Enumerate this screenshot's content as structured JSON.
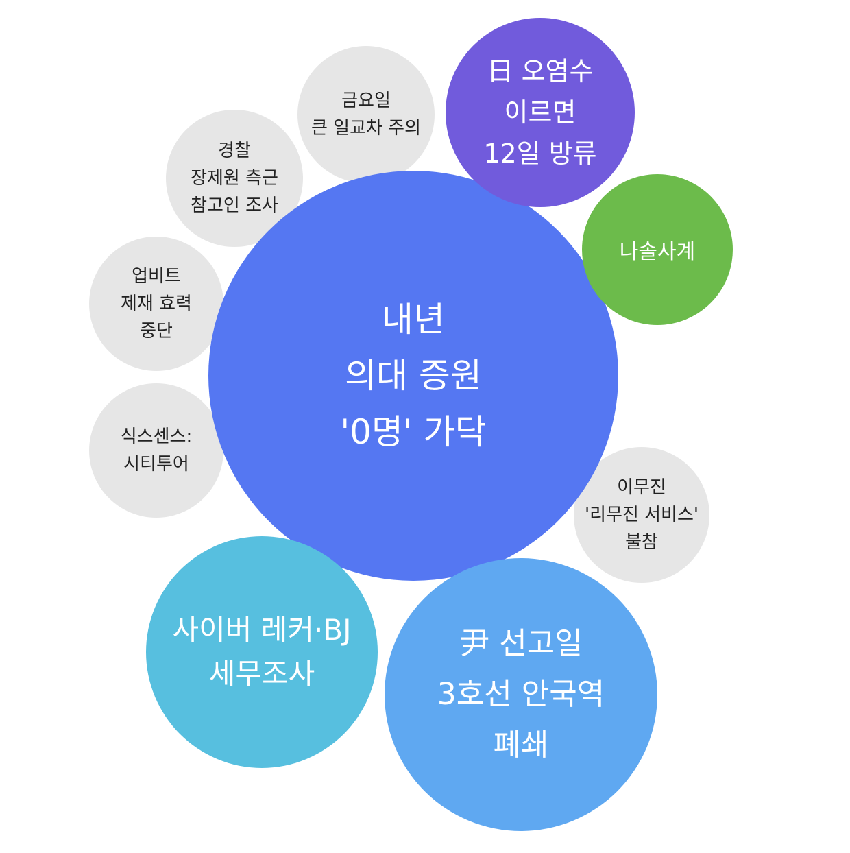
{
  "colors": {
    "main": "#5577f2",
    "purple": "#715bdc",
    "green": "#6cbb4b",
    "cyan": "#57bfdf",
    "blue": "#5fa8f1",
    "grey": "#e6e6e6"
  },
  "bubbles": {
    "main": {
      "lines": [
        "내년",
        "의대 증원",
        "'0명' 가닥"
      ]
    },
    "purple": {
      "lines": [
        "日 오염수",
        "이르면",
        "12일 방류"
      ]
    },
    "green": {
      "lines": [
        "나솔사계"
      ]
    },
    "cyan": {
      "lines": [
        "사이버 레커·BJ",
        "세무조사"
      ]
    },
    "blue": {
      "lines": [
        "尹 선고일",
        "3호선 안국역",
        "폐쇄"
      ]
    },
    "friday": {
      "lines": [
        "금요일",
        "큰 일교차 주의"
      ]
    },
    "police": {
      "lines": [
        "경찰",
        "장제원 측근",
        "참고인 조사"
      ]
    },
    "upbit": {
      "lines": [
        "업비트",
        "제재 효력",
        "중단"
      ]
    },
    "sixth": {
      "lines": [
        "식스센스:",
        "시티투어"
      ]
    },
    "lee": {
      "lines": [
        "이무진",
        "'리무진 서비스'",
        "불참"
      ]
    }
  }
}
